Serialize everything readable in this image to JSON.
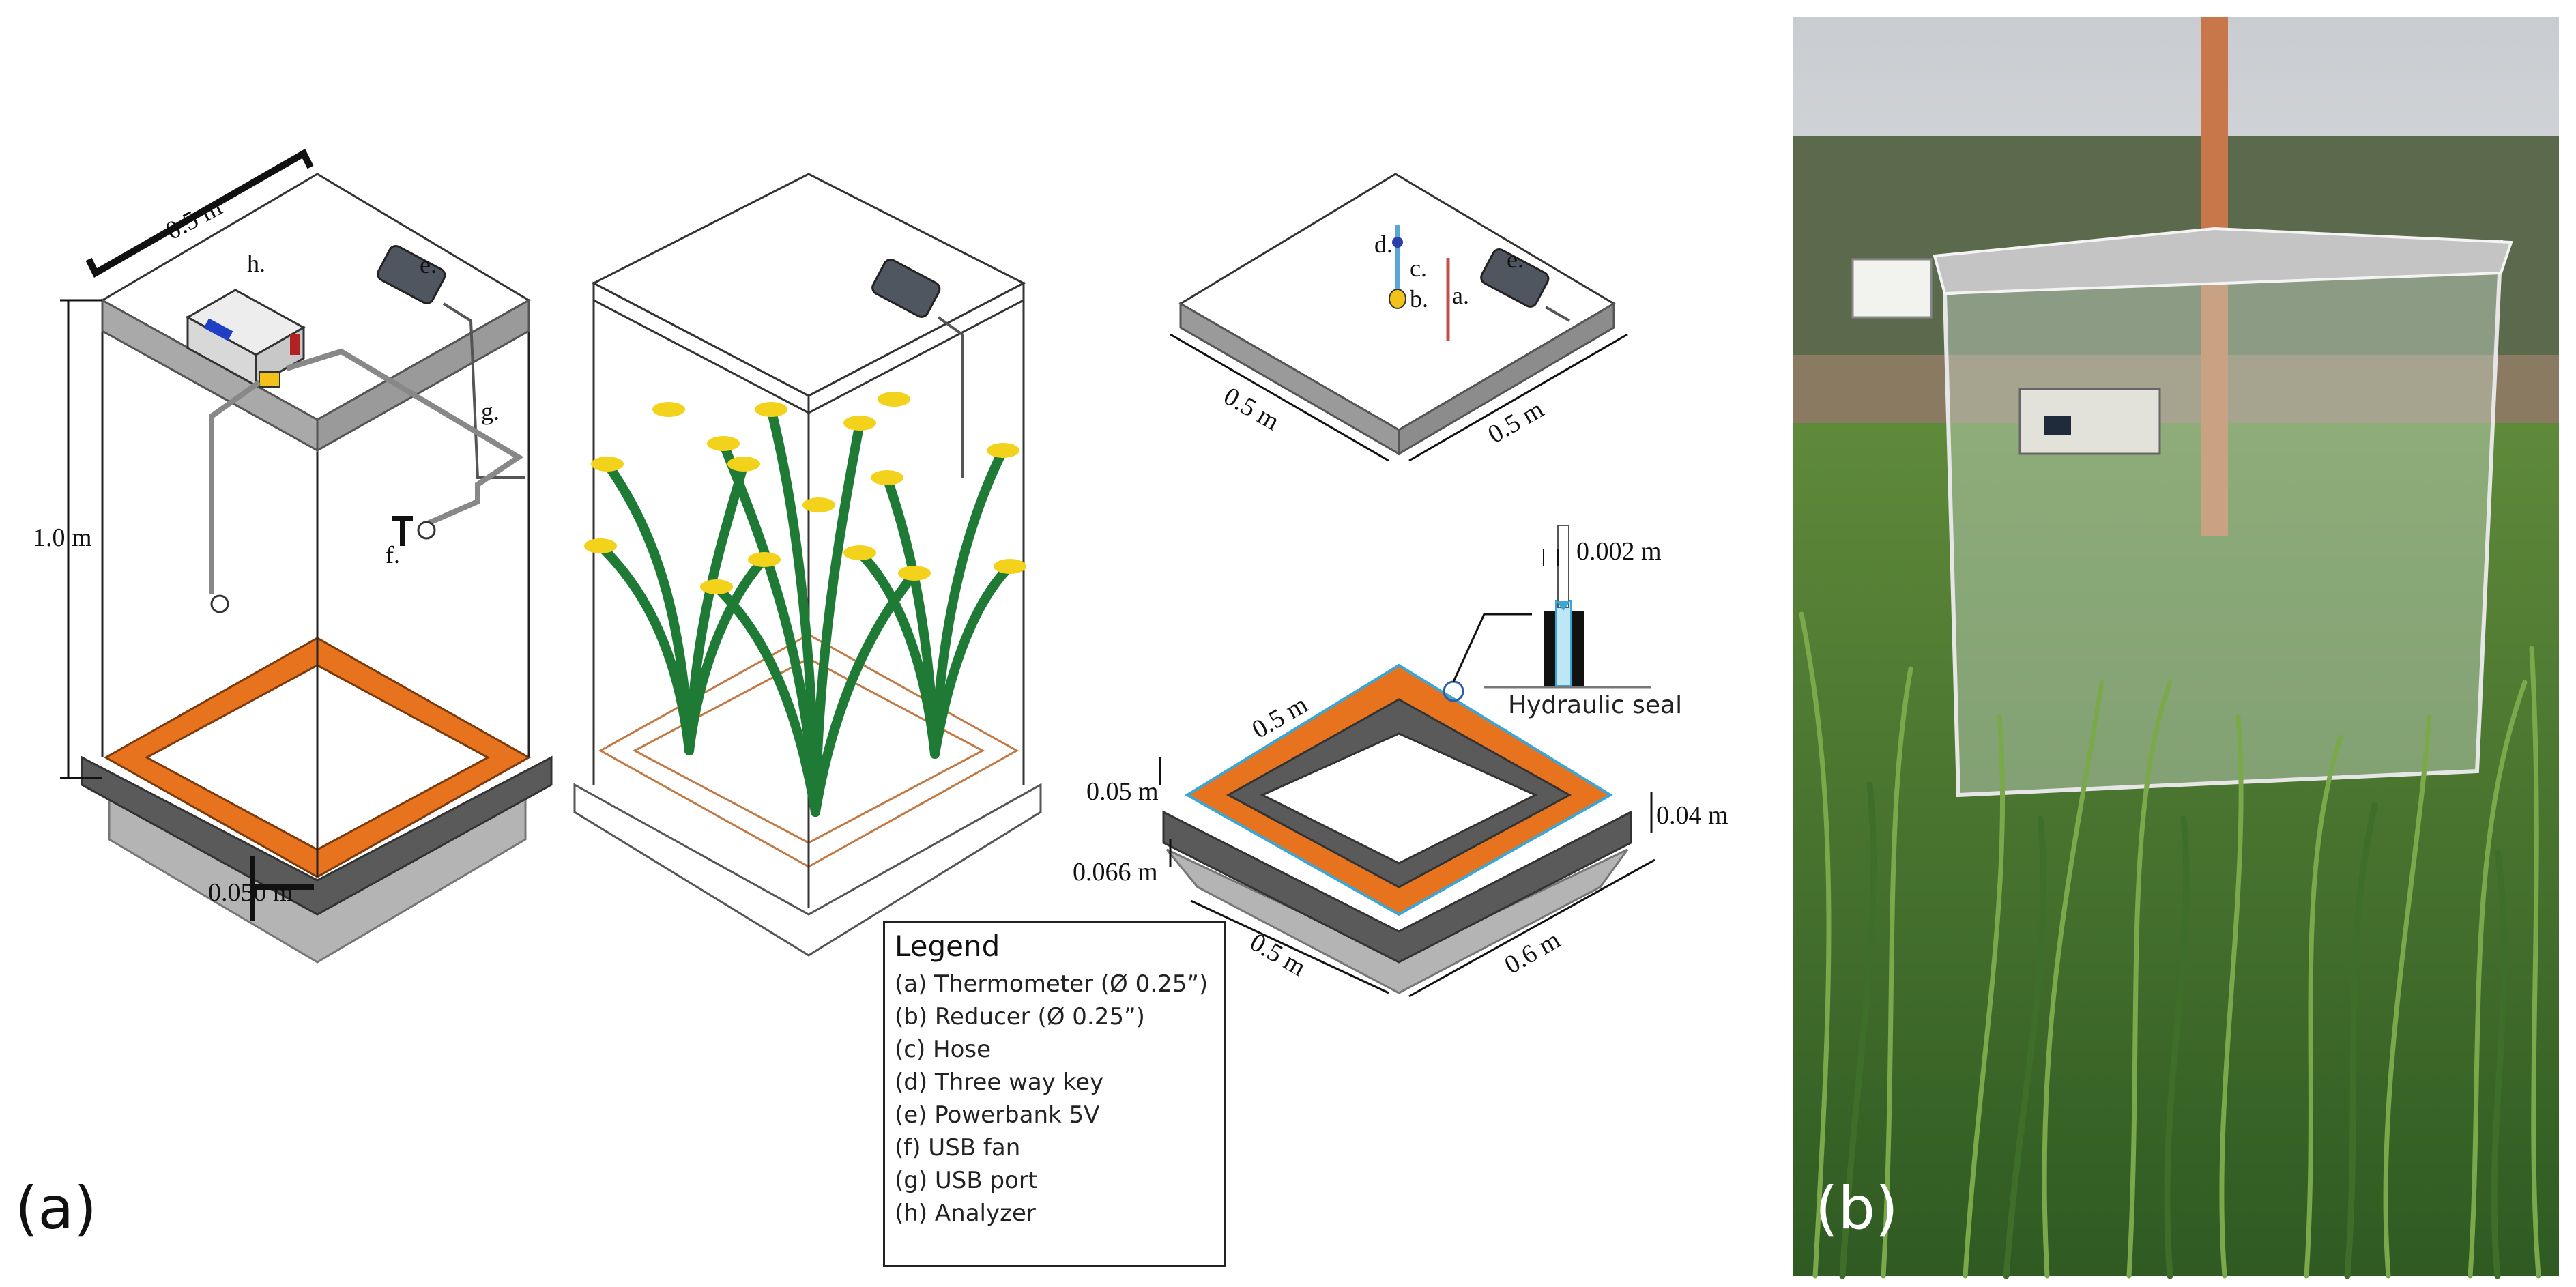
{
  "panels": {
    "a": "(a)",
    "b": "(b)"
  },
  "dimensions": {
    "chamber_width": "0.5 m",
    "chamber_height": "1.0 m",
    "chamber_base": "0.050 m",
    "lid_width": "0.5 m",
    "lid_depth": "0.5 m",
    "seal_gap": "0.002 m",
    "base_inner": "0.5 m",
    "base_height": "0.05 m",
    "base_depth": "0.066 m",
    "base_side": "0.04 m",
    "base_front": "0.5 m",
    "base_outer": "0.6 m"
  },
  "labels": {
    "a": "a.",
    "b": "b.",
    "c": "c.",
    "d": "d.",
    "e": "e.",
    "f": "f.",
    "g": "g.",
    "h": "h."
  },
  "hydraulic_seal": "Hydraulic seal",
  "legend": {
    "title": "Legend",
    "items": [
      "(a) Thermometer (Ø 0.25”)",
      "(b) Reducer (Ø 0.25”)",
      "(c) Hose",
      "(d) Three way key",
      "(e) Powerbank 5V",
      "(f) USB fan",
      "(g) USB port",
      "(h) Analyzer"
    ]
  },
  "colors": {
    "orange": "#e8731f",
    "dark_gray": "#5a5a5a",
    "mid_gray": "#8c8c8c",
    "light_gray": "#b4b4b4",
    "plant_green": "#1f7a36",
    "flower_yellow": "#f2d21a",
    "seal_blue": "#3aa6d6"
  }
}
